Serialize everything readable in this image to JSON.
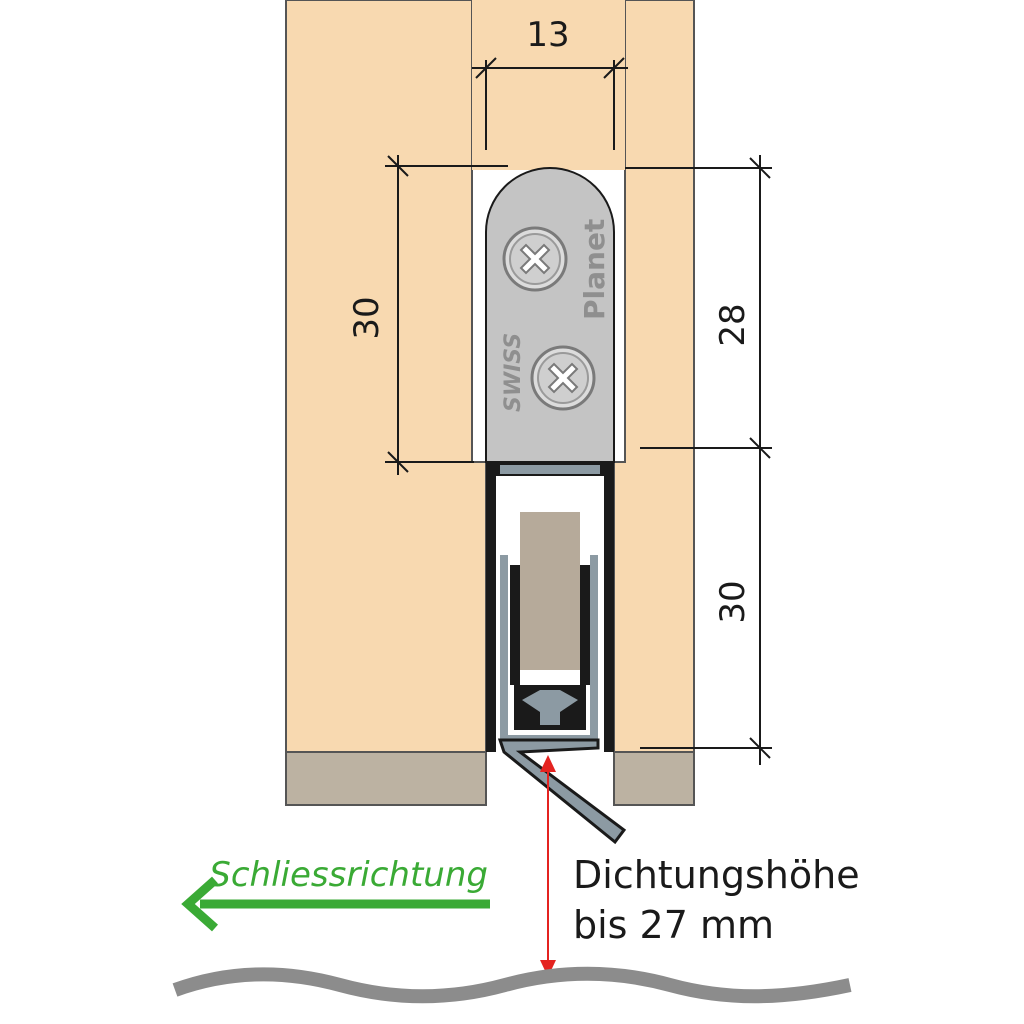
{
  "dimensions": {
    "width_top": "13",
    "height_plate": "30",
    "height_right_top": "28",
    "height_right_bottom": "30"
  },
  "plate": {
    "brand": "Planet",
    "origin": "SWISS"
  },
  "labels": {
    "seal_height_line1": "Dichtungshöhe",
    "seal_height_line2": "bis 27 mm",
    "closing_direction": "Schliessrichtung"
  },
  "colors": {
    "door": "#f8d9b0",
    "door_outline": "#555555",
    "floor_strip": "#bcb2a2",
    "plate": "#c4c4c4",
    "arrow_red": "#e42320",
    "arrow_green": "#3aaa35",
    "floor": "#8c8c8c",
    "seal": "#8c9aa3"
  }
}
